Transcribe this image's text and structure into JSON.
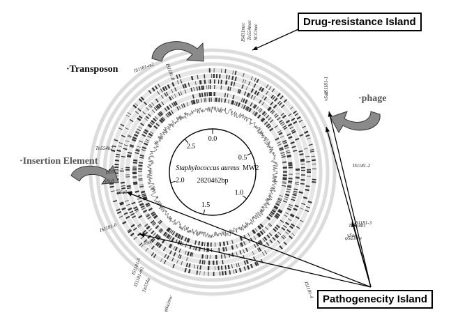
{
  "boxes": {
    "drug_resistance": "Drug-resistance Island",
    "pathogenecity": "Pathogenecity Island"
  },
  "categories": {
    "transposon": "·Transposon",
    "phage": "·phage",
    "insertion": "·Insertion Element"
  },
  "center": {
    "organism": "Staphylococcus aureus",
    "strain": "MW2",
    "size": "2820462bp"
  },
  "scale_ticks": [
    "0.0",
    "0.5",
    "1.0",
    "1.5",
    "2.0",
    "2.5"
  ],
  "gene_labels": [
    "IS431mec",
    "Tn554mec",
    "SCCmec",
    "IS1181-1",
    "IS1181-2",
    "IS1181-3",
    "IS1181-4",
    "IS1181-5",
    "IS1181-6",
    "IS1181-7",
    "IS1181-m1",
    "IS1181-m2",
    "IS1181-8",
    "Tn554b1",
    "Tn554b2",
    "Tn554a",
    "vSaα",
    "vSaβ",
    "φSa3",
    "φSa2mw",
    "φSa3mw",
    "vSa3",
    "vSa4"
  ],
  "colors": {
    "ring_light": "#dcdcdc",
    "ring_dark": "#333333",
    "arrow_fill": "#8a8a8a",
    "pointer": "#000000"
  }
}
